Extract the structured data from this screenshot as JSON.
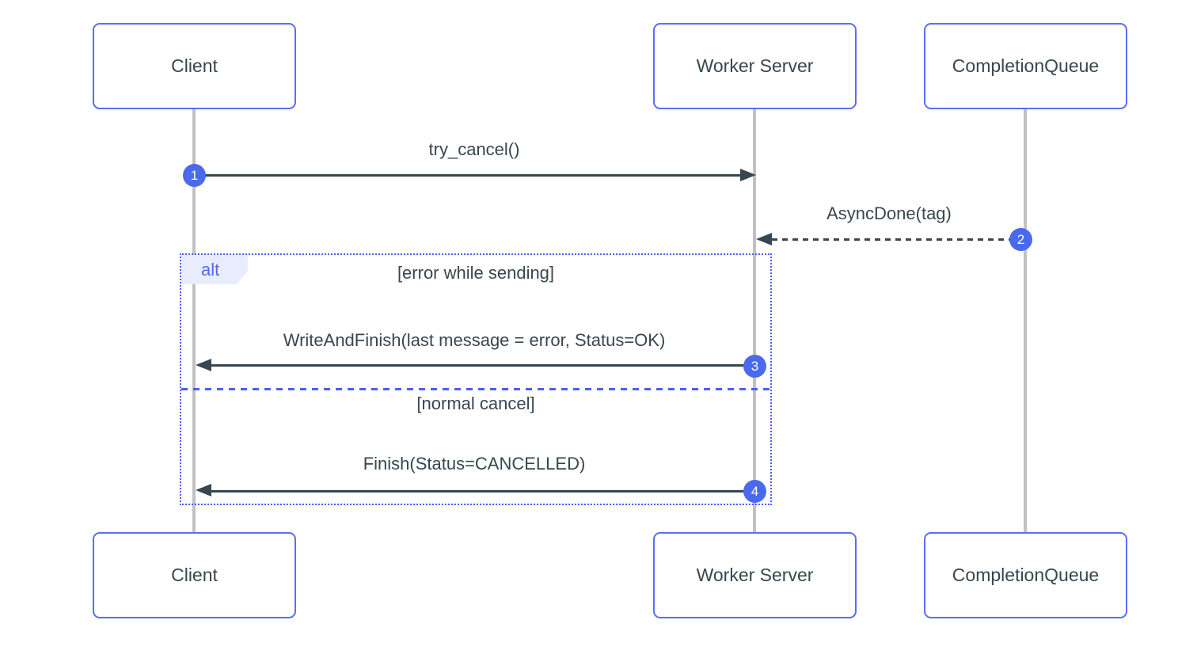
{
  "actors": [
    {
      "name": "Client"
    },
    {
      "name": "Worker Server"
    },
    {
      "name": "CompletionQueue"
    }
  ],
  "messages": [
    {
      "num": "1",
      "label": "try_cancel()",
      "from": "Client",
      "to": "Worker Server",
      "line": "solid"
    },
    {
      "num": "2",
      "label": "AsyncDone(tag)",
      "from": "CompletionQueue",
      "to": "Worker Server",
      "line": "dashed"
    },
    {
      "num": "3",
      "label": "WriteAndFinish(last message = error, Status=OK)",
      "from": "Worker Server",
      "to": "Client",
      "line": "solid"
    },
    {
      "num": "4",
      "label": "Finish(Status=CANCELLED)",
      "from": "Worker Server",
      "to": "Client",
      "line": "solid"
    }
  ],
  "alt_frame": {
    "operator": "alt",
    "sections": [
      {
        "guard": "[error while sending]"
      },
      {
        "guard": "[normal cancel]"
      }
    ]
  },
  "colors": {
    "actor_border": "#5b6cf7",
    "frame_blue": "#4d5ef2",
    "alt_label_bg": "#e9ecfc",
    "alt_label_text": "#5468f0",
    "badge_blue": "#4a6aec",
    "message_dark": "#37474f",
    "lifeline_gray": "#c1c1c1",
    "background": "#ffffff"
  }
}
